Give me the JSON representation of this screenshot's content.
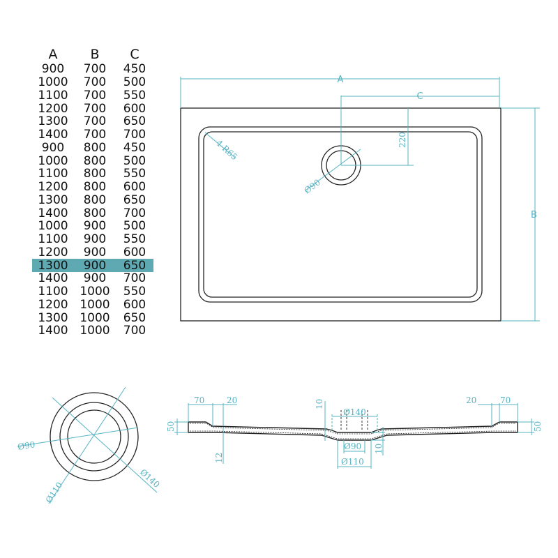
{
  "table": {
    "headers": [
      "A",
      "B",
      "C"
    ],
    "highlight_index": 15,
    "rows": [
      [
        "900",
        "700",
        "450"
      ],
      [
        "1000",
        "700",
        "500"
      ],
      [
        "1100",
        "700",
        "550"
      ],
      [
        "1200",
        "700",
        "600"
      ],
      [
        "1300",
        "700",
        "650"
      ],
      [
        "1400",
        "700",
        "700"
      ],
      [
        "900",
        "800",
        "450"
      ],
      [
        "1000",
        "800",
        "500"
      ],
      [
        "1100",
        "800",
        "550"
      ],
      [
        "1200",
        "800",
        "600"
      ],
      [
        "1300",
        "800",
        "650"
      ],
      [
        "1400",
        "800",
        "700"
      ],
      [
        "1000",
        "900",
        "500"
      ],
      [
        "1100",
        "900",
        "550"
      ],
      [
        "1200",
        "900",
        "600"
      ],
      [
        "1300",
        "900",
        "650"
      ],
      [
        "1400",
        "900",
        "700"
      ],
      [
        "1100",
        "1000",
        "550"
      ],
      [
        "1200",
        "1000",
        "600"
      ],
      [
        "1300",
        "1000",
        "650"
      ],
      [
        "1400",
        "1000",
        "700"
      ]
    ]
  },
  "plan_view": {
    "label_a": "A",
    "label_b": "B",
    "label_c": "C",
    "label_220": "220",
    "label_corner": "4-R65",
    "label_drain": "Ø90"
  },
  "drain_view": {
    "label_d90": "Ø90",
    "label_d110": "Ø110",
    "label_d140": "Ø140"
  },
  "section_view": {
    "label_70_left": "70",
    "label_20_left": "20",
    "label_50_left": "50",
    "label_10_top": "10",
    "label_d140": "Ø140",
    "label_12": "12",
    "label_d90": "Ø90",
    "label_d110": "Ø110",
    "label_10_bottom": "10",
    "label_20_right": "20",
    "label_70_right": "70",
    "label_50_right": "50"
  },
  "colors": {
    "dimension": "#55b3c2",
    "highlight": "#5fa9b3",
    "outline": "#222222"
  }
}
